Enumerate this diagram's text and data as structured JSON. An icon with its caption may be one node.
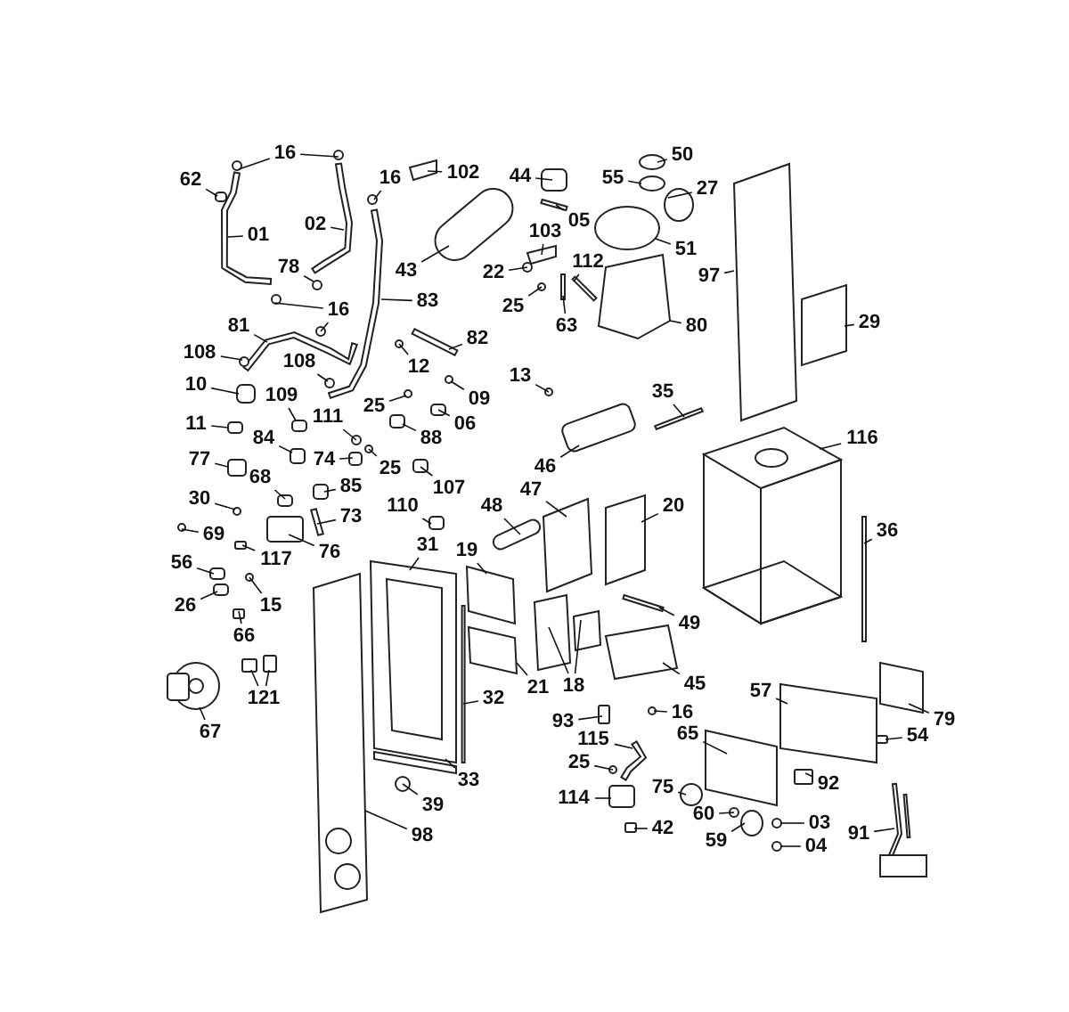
{
  "diagram": {
    "nodes": [
      {
        "text": [
          "16"
        ]
      },
      {
        "text": [
          "62"
        ]
      },
      {
        "text": [
          "16"
        ]
      },
      {
        "text": [
          "102"
        ]
      },
      {
        "text": [
          "44"
        ]
      },
      {
        "text": [
          "50"
        ]
      },
      {
        "text": [
          "55"
        ]
      },
      {
        "text": [
          "27"
        ]
      },
      {
        "text": [
          "02"
        ]
      },
      {
        "text": [
          "103"
        ]
      },
      {
        "text": [
          "05"
        ]
      },
      {
        "text": [
          "01"
        ]
      },
      {
        "text": [
          "51"
        ]
      },
      {
        "text": [
          "43"
        ]
      },
      {
        "text": [
          "22"
        ]
      },
      {
        "text": [
          "112"
        ]
      },
      {
        "text": [
          "78"
        ]
      },
      {
        "text": [
          "97"
        ]
      },
      {
        "text": [
          "83"
        ]
      },
      {
        "text": [
          "16"
        ]
      },
      {
        "text": [
          "25"
        ]
      },
      {
        "text": [
          "63"
        ]
      },
      {
        "text": [
          "80"
        ]
      },
      {
        "text": [
          "29"
        ]
      },
      {
        "text": [
          "81"
        ]
      },
      {
        "text": [
          "82"
        ]
      },
      {
        "text": [
          "108"
        ]
      },
      {
        "text": [
          "12"
        ]
      },
      {
        "text": [
          "108"
        ]
      },
      {
        "text": [
          "13"
        ]
      },
      {
        "text": [
          "10"
        ]
      },
      {
        "text": [
          "09"
        ]
      },
      {
        "text": [
          "109"
        ]
      },
      {
        "text": [
          "111"
        ]
      },
      {
        "text": [
          "25"
        ]
      },
      {
        "text": [
          "06"
        ]
      },
      {
        "text": [
          "11"
        ]
      },
      {
        "text": [
          "84"
        ]
      },
      {
        "text": [
          "88"
        ]
      },
      {
        "text": [
          "46"
        ]
      },
      {
        "text": [
          "116"
        ]
      },
      {
        "text": [
          "35"
        ]
      },
      {
        "text": [
          "77"
        ]
      },
      {
        "text": [
          "68"
        ]
      },
      {
        "text": [
          "74"
        ]
      },
      {
        "text": [
          "25"
        ]
      },
      {
        "text": [
          "107"
        ]
      },
      {
        "text": [
          "85"
        ]
      },
      {
        "text": [
          "30"
        ]
      },
      {
        "text": [
          "110"
        ]
      },
      {
        "text": [
          "73"
        ]
      },
      {
        "text": [
          "47"
        ]
      },
      {
        "text": [
          "20"
        ]
      },
      {
        "text": [
          "69"
        ]
      },
      {
        "text": [
          "48"
        ]
      },
      {
        "text": [
          "36"
        ]
      },
      {
        "text": [
          "56"
        ]
      },
      {
        "text": [
          "76"
        ]
      },
      {
        "text": [
          "19"
        ]
      },
      {
        "text": [
          "117"
        ]
      },
      {
        "text": [
          "31"
        ]
      },
      {
        "text": [
          "26"
        ]
      },
      {
        "text": [
          "15"
        ]
      },
      {
        "text": [
          "49"
        ]
      },
      {
        "text": [
          "66"
        ]
      },
      {
        "text": [
          "45"
        ]
      },
      {
        "text": [
          "21"
        ]
      },
      {
        "text": [
          "18"
        ]
      },
      {
        "text": [
          "57"
        ]
      },
      {
        "text": [
          "121"
        ]
      },
      {
        "text": [
          "32"
        ]
      },
      {
        "text": [
          "79"
        ]
      },
      {
        "text": [
          "93"
        ]
      },
      {
        "text": [
          "16"
        ]
      },
      {
        "text": [
          "67"
        ]
      },
      {
        "text": [
          "115"
        ]
      },
      {
        "text": [
          "54"
        ]
      },
      {
        "text": [
          "65"
        ]
      },
      {
        "text": [
          "25"
        ]
      },
      {
        "text": [
          "33"
        ]
      },
      {
        "text": [
          "92"
        ]
      },
      {
        "text": [
          "39"
        ]
      },
      {
        "text": [
          "114"
        ]
      },
      {
        "text": [
          "75"
        ]
      },
      {
        "text": [
          "60"
        ]
      },
      {
        "text": [
          "03"
        ]
      },
      {
        "text": [
          "98"
        ]
      },
      {
        "text": [
          "42"
        ]
      },
      {
        "text": [
          "91"
        ]
      },
      {
        "text": [
          "59"
        ]
      },
      {
        "text": [
          "04"
        ]
      },
      {
        "text": [],
        "shape": "circle"
      },
      {
        "text": [],
        "shape": "circle"
      },
      {
        "text": [],
        "shape": "box"
      },
      {
        "text": [],
        "shape": "circle"
      },
      {
        "text": [],
        "shape": "box"
      },
      {
        "text": [],
        "shape": "box"
      },
      {
        "text": [],
        "shape": "circle"
      },
      {
        "text": [],
        "shape": "circle"
      },
      {
        "text": [],
        "shape": "circle"
      },
      {
        "text": [],
        "shape": "pipe"
      },
      {
        "text": [],
        "shape": "box"
      },
      {
        "text": [],
        "shape": "bar"
      },
      {
        "text": [],
        "shape": "pipe"
      },
      {
        "text": [],
        "shape": "circle"
      },
      {
        "text": [],
        "shape": "cylinder"
      },
      {
        "text": [],
        "shape": "circle"
      },
      {
        "text": [],
        "shape": "bar"
      },
      {
        "text": [],
        "shape": "circle"
      },
      {
        "text": [],
        "shape": "box"
      },
      {
        "text": [],
        "shape": "pipe"
      },
      {
        "text": [],
        "shape": "circle"
      },
      {
        "text": [],
        "shape": "circle"
      },
      {
        "text": [],
        "shape": "circle"
      },
      {
        "text": [],
        "shape": "bar"
      },
      {
        "text": [],
        "shape": "box"
      },
      {
        "text": [],
        "shape": "box"
      },
      {
        "text": [],
        "shape": "pipe"
      },
      {
        "text": [],
        "shape": "bar"
      },
      {
        "text": [],
        "shape": "circle"
      },
      {
        "text": [],
        "shape": "circle"
      },
      {
        "text": [],
        "shape": "circle"
      },
      {
        "text": [],
        "shape": "circle"
      },
      {
        "text": [],
        "shape": "box"
      },
      {
        "text": [],
        "shape": "circle"
      },
      {
        "text": [],
        "shape": "box"
      },
      {
        "text": [],
        "shape": "circle"
      },
      {
        "text": [],
        "shape": "circle"
      },
      {
        "text": [],
        "shape": "box"
      },
      {
        "text": [],
        "shape": "box"
      },
      {
        "text": [],
        "shape": "box"
      },
      {
        "text": [],
        "shape": "box"
      },
      {
        "text": [],
        "shape": "box"
      },
      {
        "text": [],
        "shape": "box"
      },
      {
        "text": [],
        "shape": "bar"
      },
      {
        "text": [],
        "shape": "box"
      },
      {
        "text": [],
        "shape": "box"
      },
      {
        "text": [],
        "shape": "box"
      },
      {
        "text": [],
        "shape": "circle"
      },
      {
        "text": [],
        "shape": "box"
      },
      {
        "text": [],
        "shape": "box"
      },
      {
        "text": [],
        "shape": "circle"
      },
      {
        "text": [],
        "shape": "box"
      },
      {
        "text": [],
        "shape": "bar"
      },
      {
        "text": [],
        "shape": "box"
      },
      {
        "text": [],
        "shape": "box"
      },
      {
        "text": [],
        "shape": "circle"
      },
      {
        "text": [],
        "shape": "bar"
      },
      {
        "text": [],
        "shape": "bar"
      },
      {
        "text": [],
        "shape": "box"
      },
      {
        "text": [],
        "shape": "box"
      },
      {
        "text": [],
        "shape": "box"
      },
      {
        "text": [],
        "shape": "box"
      },
      {
        "text": [],
        "shape": "box"
      },
      {
        "text": [],
        "shape": "box"
      },
      {
        "text": [],
        "shape": "circle"
      },
      {
        "text": [],
        "shape": "bar"
      },
      {
        "text": [],
        "shape": "box"
      },
      {
        "text": [],
        "shape": "box"
      },
      {
        "text": [],
        "shape": "box"
      },
      {
        "text": [],
        "shape": "box"
      },
      {
        "text": [],
        "shape": "box"
      },
      {
        "text": [],
        "shape": "box"
      },
      {
        "text": [],
        "shape": "box"
      },
      {
        "text": [],
        "shape": "box"
      },
      {
        "text": [],
        "shape": "bar"
      },
      {
        "text": [],
        "shape": "box"
      },
      {
        "text": [],
        "shape": "box"
      },
      {
        "text": [],
        "shape": "circle"
      },
      {
        "text": [],
        "shape": "picture"
      },
      {
        "text": [],
        "shape": "pipe"
      },
      {
        "text": [],
        "shape": "box"
      },
      {
        "text": [],
        "shape": "box"
      },
      {
        "text": [],
        "shape": "circle"
      },
      {
        "text": [],
        "shape": "bar"
      },
      {
        "text": [],
        "shape": "box"
      },
      {
        "text": [],
        "shape": "circle"
      },
      {
        "text": [],
        "shape": "box"
      },
      {
        "text": [],
        "shape": "circle"
      },
      {
        "text": [],
        "shape": "circle"
      },
      {
        "text": [],
        "shape": "circle"
      },
      {
        "text": [],
        "shape": "box"
      },
      {
        "text": [],
        "shape": "box"
      },
      {
        "text": [],
        "shape": "picture"
      },
      {
        "text": [],
        "shape": "circle"
      },
      {
        "text": [],
        "shape": "circle"
      }
    ],
    "edges": [
      {
        "from": 0,
        "to": 91,
        "arrow": "none"
      },
      {
        "from": 0,
        "to": 92,
        "arrow": "none"
      },
      {
        "from": 1,
        "to": 93,
        "arrow": "none"
      },
      {
        "from": 2,
        "to": 94,
        "arrow": "none"
      },
      {
        "from": 3,
        "to": 95,
        "arrow": "none"
      },
      {
        "from": 4,
        "to": 96,
        "arrow": "none"
      },
      {
        "from": 5,
        "to": 97,
        "arrow": "none"
      },
      {
        "from": 6,
        "to": 98,
        "arrow": "none"
      },
      {
        "from": 7,
        "to": 99,
        "arrow": "none"
      },
      {
        "from": 8,
        "to": 100,
        "arrow": "none"
      },
      {
        "from": 9,
        "to": 101,
        "arrow": "none"
      },
      {
        "from": 10,
        "to": 102,
        "arrow": "none"
      },
      {
        "from": 11,
        "to": 103,
        "arrow": "none"
      },
      {
        "from": 12,
        "to": 104,
        "arrow": "none"
      },
      {
        "from": 13,
        "to": 105,
        "arrow": "none"
      },
      {
        "from": 14,
        "to": 106,
        "arrow": "none"
      },
      {
        "from": 15,
        "to": 107,
        "arrow": "none"
      },
      {
        "from": 16,
        "to": 108,
        "arrow": "none"
      },
      {
        "from": 17,
        "to": 109,
        "arrow": "none"
      },
      {
        "from": 18,
        "to": 110,
        "arrow": "none"
      },
      {
        "from": 19,
        "to": 111,
        "arrow": "none"
      },
      {
        "from": 19,
        "to": 112,
        "arrow": "none"
      },
      {
        "from": 20,
        "to": 113,
        "arrow": "none"
      },
      {
        "from": 21,
        "to": 114,
        "arrow": "none"
      },
      {
        "from": 22,
        "to": 115,
        "arrow": "none"
      },
      {
        "from": 23,
        "to": 116,
        "arrow": "none"
      },
      {
        "from": 24,
        "to": 117,
        "arrow": "none"
      },
      {
        "from": 25,
        "to": 118,
        "arrow": "none"
      },
      {
        "from": 26,
        "to": 119,
        "arrow": "none"
      },
      {
        "from": 27,
        "to": 120,
        "arrow": "none"
      },
      {
        "from": 28,
        "to": 121,
        "arrow": "none"
      },
      {
        "from": 29,
        "to": 122,
        "arrow": "none"
      },
      {
        "from": 30,
        "to": 123,
        "arrow": "none"
      },
      {
        "from": 31,
        "to": 124,
        "arrow": "none"
      },
      {
        "from": 32,
        "to": 125,
        "arrow": "none"
      },
      {
        "from": 33,
        "to": 126,
        "arrow": "none"
      },
      {
        "from": 34,
        "to": 127,
        "arrow": "none"
      },
      {
        "from": 35,
        "to": 128,
        "arrow": "none"
      },
      {
        "from": 36,
        "to": 129,
        "arrow": "none"
      },
      {
        "from": 37,
        "to": 130,
        "arrow": "none"
      },
      {
        "from": 38,
        "to": 131,
        "arrow": "none"
      },
      {
        "from": 39,
        "to": 132,
        "arrow": "none"
      },
      {
        "from": 40,
        "to": 133,
        "arrow": "none"
      },
      {
        "from": 41,
        "to": 134,
        "arrow": "none"
      },
      {
        "from": 42,
        "to": 135,
        "arrow": "none"
      },
      {
        "from": 43,
        "to": 136,
        "arrow": "none"
      },
      {
        "from": 44,
        "to": 137,
        "arrow": "none"
      },
      {
        "from": 45,
        "to": 138,
        "arrow": "none"
      },
      {
        "from": 46,
        "to": 139,
        "arrow": "none"
      },
      {
        "from": 47,
        "to": 140,
        "arrow": "none"
      },
      {
        "from": 48,
        "to": 141,
        "arrow": "none"
      },
      {
        "from": 49,
        "to": 142,
        "arrow": "none"
      },
      {
        "from": 50,
        "to": 143,
        "arrow": "none"
      },
      {
        "from": 51,
        "to": 144,
        "arrow": "none"
      },
      {
        "from": 52,
        "to": 145,
        "arrow": "none"
      },
      {
        "from": 53,
        "to": 146,
        "arrow": "none"
      },
      {
        "from": 54,
        "to": 147,
        "arrow": "none"
      },
      {
        "from": 55,
        "to": 148,
        "arrow": "none"
      },
      {
        "from": 56,
        "to": 149,
        "arrow": "none"
      },
      {
        "from": 57,
        "to": 150,
        "arrow": "none"
      },
      {
        "from": 58,
        "to": 151,
        "arrow": "none"
      },
      {
        "from": 59,
        "to": 152,
        "arrow": "none"
      },
      {
        "from": 60,
        "to": 153,
        "arrow": "none"
      },
      {
        "from": 61,
        "to": 154,
        "arrow": "none"
      },
      {
        "from": 62,
        "to": 155,
        "arrow": "none"
      },
      {
        "from": 63,
        "to": 156,
        "arrow": "none"
      },
      {
        "from": 64,
        "to": 157,
        "arrow": "none"
      },
      {
        "from": 65,
        "to": 158,
        "arrow": "none"
      },
      {
        "from": 66,
        "to": 159,
        "arrow": "none"
      },
      {
        "from": 67,
        "to": 160,
        "arrow": "none"
      },
      {
        "from": 67,
        "to": 161,
        "arrow": "none"
      },
      {
        "from": 68,
        "to": 162,
        "arrow": "none"
      },
      {
        "from": 69,
        "to": 163,
        "arrow": "none"
      },
      {
        "from": 69,
        "to": 164,
        "arrow": "none"
      },
      {
        "from": 70,
        "to": 165,
        "arrow": "none"
      },
      {
        "from": 71,
        "to": 166,
        "arrow": "none"
      },
      {
        "from": 72,
        "to": 167,
        "arrow": "none"
      },
      {
        "from": 73,
        "to": 168,
        "arrow": "none"
      },
      {
        "from": 74,
        "to": 169,
        "arrow": "none"
      },
      {
        "from": 75,
        "to": 170,
        "arrow": "none"
      },
      {
        "from": 76,
        "to": 171,
        "arrow": "none"
      },
      {
        "from": 77,
        "to": 172,
        "arrow": "none"
      },
      {
        "from": 78,
        "to": 173,
        "arrow": "none"
      },
      {
        "from": 79,
        "to": 174,
        "arrow": "none"
      },
      {
        "from": 80,
        "to": 175,
        "arrow": "none"
      },
      {
        "from": 81,
        "to": 176,
        "arrow": "none"
      },
      {
        "from": 82,
        "to": 177,
        "arrow": "none"
      },
      {
        "from": 83,
        "to": 178,
        "arrow": "none"
      },
      {
        "from": 84,
        "to": 179,
        "arrow": "none"
      },
      {
        "from": 85,
        "to": 180,
        "arrow": "none"
      },
      {
        "from": 86,
        "to": 181,
        "arrow": "none"
      },
      {
        "from": 87,
        "to": 182,
        "arrow": "none"
      },
      {
        "from": 88,
        "to": 183,
        "arrow": "none"
      },
      {
        "from": 89,
        "to": 184,
        "arrow": "none"
      },
      {
        "from": 90,
        "to": 185,
        "arrow": "none"
      }
    ]
  }
}
